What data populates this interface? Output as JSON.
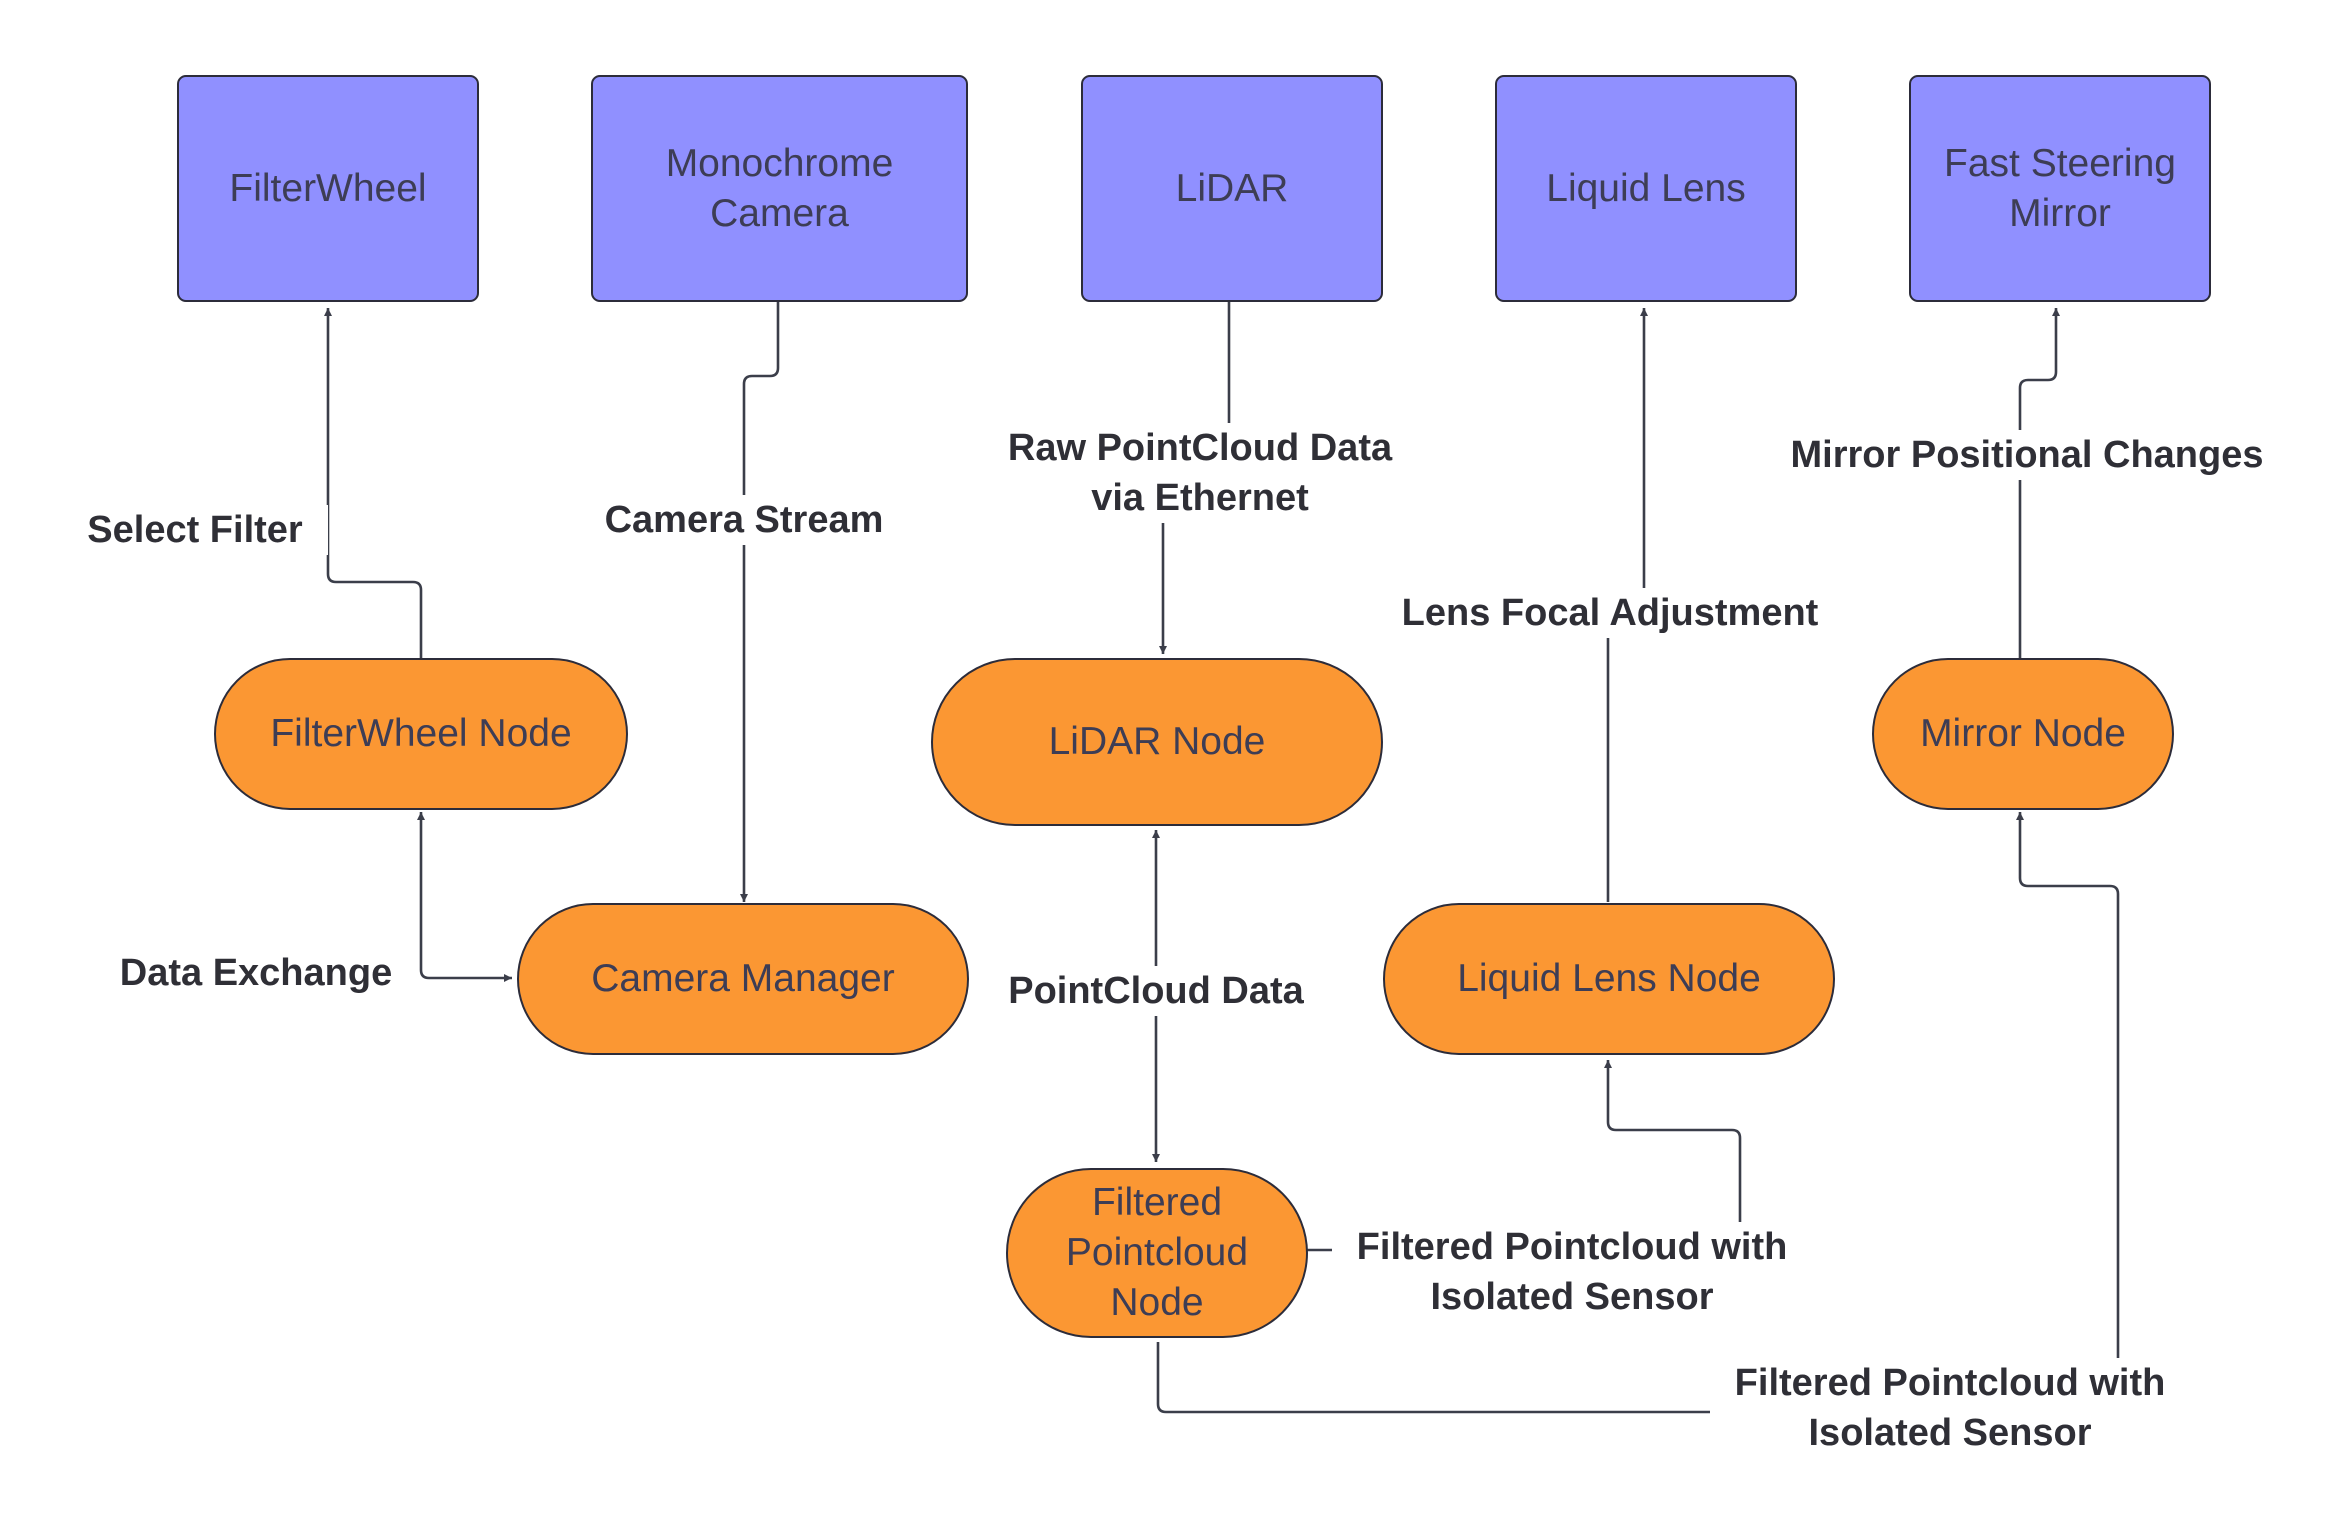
{
  "colors": {
    "hardware_fill": "#9090ff",
    "software_fill": "#fb9733",
    "edge": "#3b3e4a",
    "text": "#3d3d55",
    "label_text": "#2f2f36"
  },
  "hardware": {
    "filterwheel": "FilterWheel",
    "mono_camera": "Monochrome\nCamera",
    "lidar": "LiDAR",
    "liquid_lens": "Liquid Lens",
    "fsm": "Fast Steering\nMirror"
  },
  "nodes": {
    "filterwheel_node": "FilterWheel Node",
    "camera_manager": "Camera Manager",
    "lidar_node": "LiDAR Node",
    "filtered_pc_node": "Filtered\nPointcloud\nNode",
    "liquid_lens_node": "Liquid Lens Node",
    "mirror_node": "Mirror Node"
  },
  "edges": {
    "select_filter": "Select Filter",
    "camera_stream": "Camera Stream",
    "raw_pointcloud": "Raw PointCloud Data\nvia Ethernet",
    "lens_focal": "Lens Focal Adjustment",
    "mirror_positional": "Mirror Positional Changes",
    "data_exchange": "Data Exchange",
    "pointcloud_data": "PointCloud Data",
    "filtered_to_lens": "Filtered Pointcloud with\nIsolated Sensor",
    "filtered_to_mirror": "Filtered Pointcloud with\nIsolated Sensor"
  }
}
